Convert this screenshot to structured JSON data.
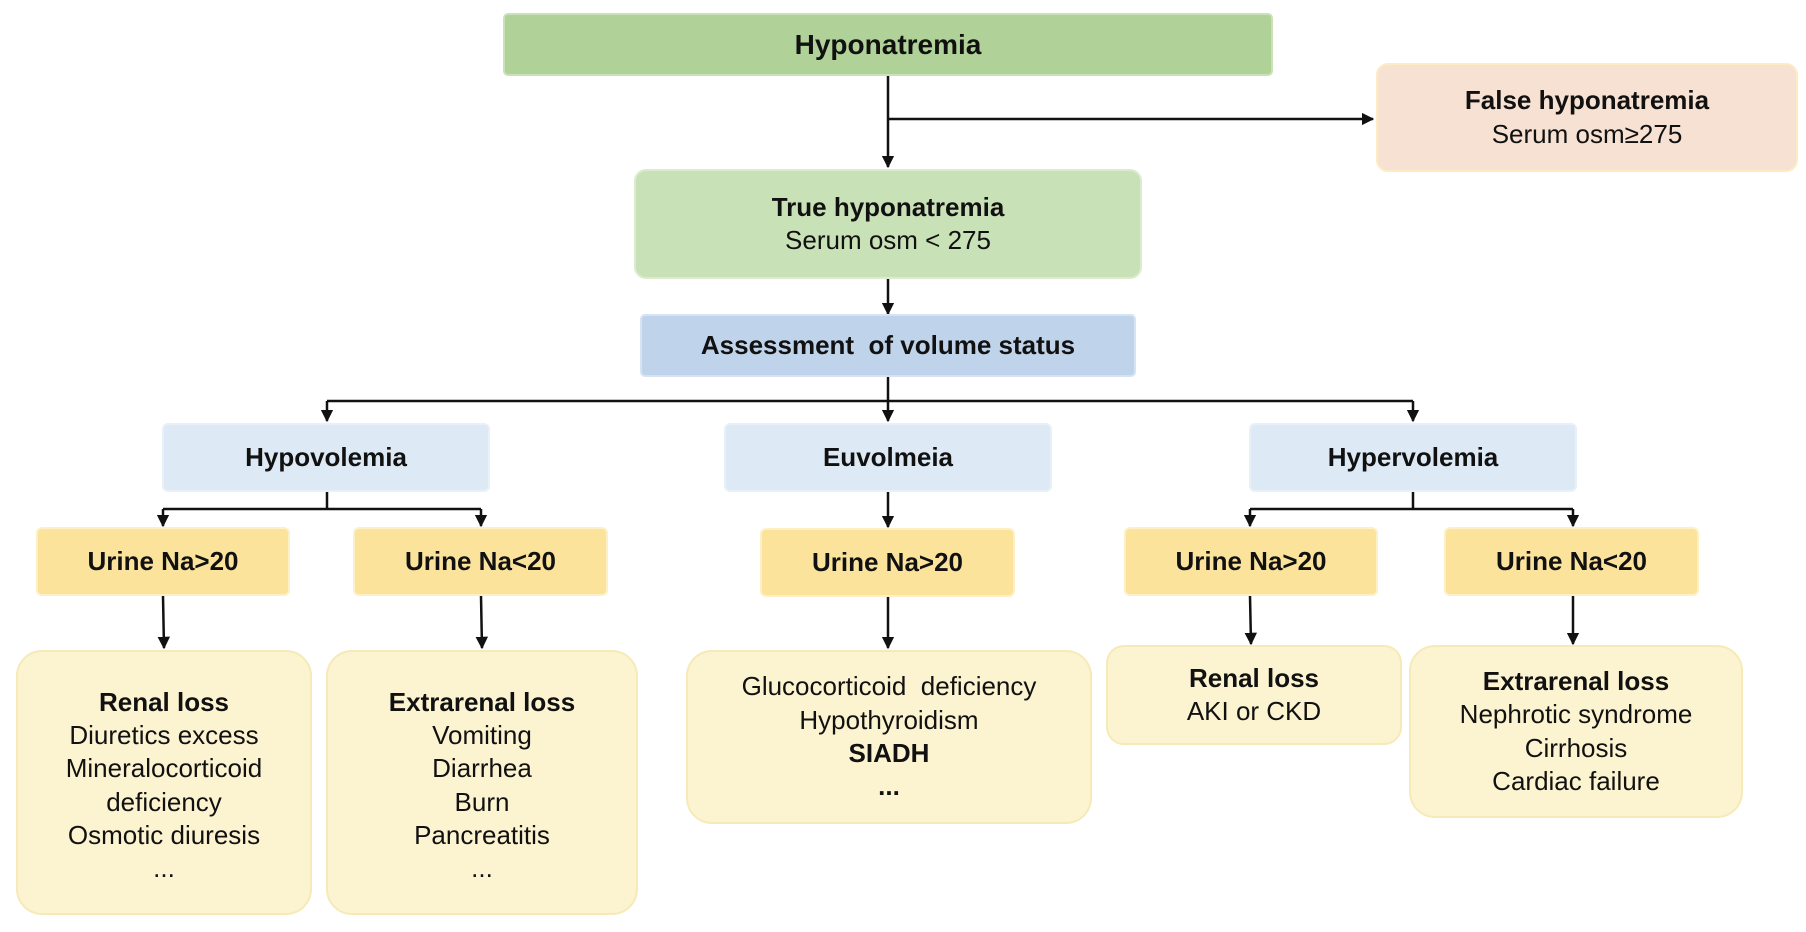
{
  "root": {
    "label": "Hyponatremia"
  },
  "false_hypo": {
    "title": "False hyponatremia",
    "detail": "Serum osm≥275"
  },
  "true_hypo": {
    "title": "True hyponatremia",
    "detail": "Serum osm < 275"
  },
  "assessment": {
    "label": "Assessment  of volume status"
  },
  "hypovolemia": {
    "label": "Hypovolemia",
    "urine_high": "Urine Na>20",
    "urine_low": "Urine Na<20",
    "renal": {
      "title": "Renal loss",
      "items": [
        "Diuretics excess",
        "Mineralocorticoid",
        "deficiency",
        "Osmotic diuresis",
        "..."
      ]
    },
    "extrarenal": {
      "title": "Extrarenal loss",
      "items": [
        "Vomiting",
        "Diarrhea",
        "Burn",
        "Pancreatitis",
        "..."
      ]
    }
  },
  "euvolemia": {
    "label": "Euvolmeia",
    "urine_high": "Urine Na>20",
    "causes": {
      "items": [
        "Glucocorticoid  deficiency",
        "Hypothyroidism"
      ],
      "bold_item": "SIADH",
      "ellipsis": "..."
    }
  },
  "hypervolemia": {
    "label": "Hypervolemia",
    "urine_high": "Urine Na>20",
    "urine_low": "Urine Na<20",
    "renal": {
      "title": "Renal loss",
      "items": [
        "AKI or CKD"
      ]
    },
    "extrarenal": {
      "title": "Extrarenal loss",
      "items": [
        "Nephrotic syndrome",
        "Cirrhosis",
        "Cardiac failure"
      ]
    }
  }
}
